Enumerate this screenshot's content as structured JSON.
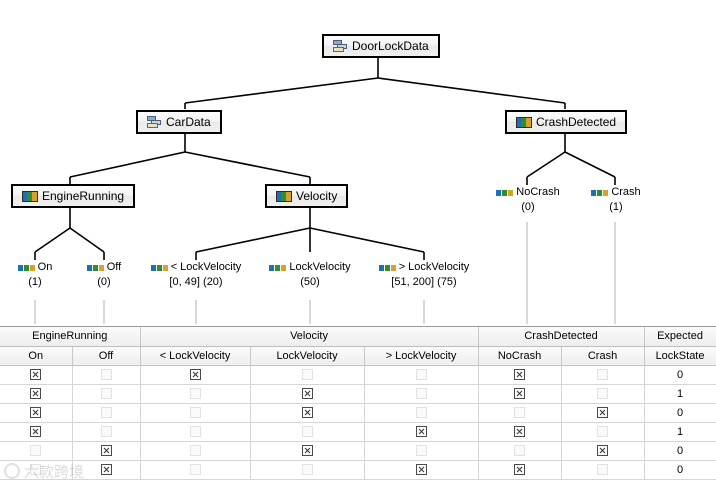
{
  "tree": {
    "root": {
      "label": "DoorLockData",
      "icon": "class-diagram-icon"
    },
    "level2": [
      {
        "label": "CarData",
        "icon": "class-diagram-icon"
      },
      {
        "label": "CrashDetected",
        "icon": "classification-icon"
      }
    ],
    "level3": [
      {
        "label": "EngineRunning",
        "icon": "classification-icon"
      },
      {
        "label": "Velocity",
        "icon": "classification-icon"
      }
    ],
    "leaves": [
      {
        "label": "On",
        "value": "(1)",
        "icon": "class-marker-icon"
      },
      {
        "label": "Off",
        "value": "(0)",
        "icon": "class-marker-icon"
      },
      {
        "label": "< LockVelocity",
        "value": "[0, 49]  (20)",
        "icon": "class-marker-icon"
      },
      {
        "label": "LockVelocity",
        "value": "(50)",
        "icon": "class-marker-icon"
      },
      {
        "label": "> LockVelocity",
        "value": "[51, 200]  (75)",
        "icon": "class-marker-icon"
      },
      {
        "label": "NoCrash",
        "value": "(0)",
        "icon": "class-marker-icon"
      },
      {
        "label": "Crash",
        "value": "(1)",
        "icon": "class-marker-icon"
      }
    ]
  },
  "grid": {
    "group_headers": [
      {
        "label": "EngineRunning",
        "span": 2
      },
      {
        "label": "Velocity",
        "span": 3
      },
      {
        "label": "CrashDetected",
        "span": 2
      },
      {
        "label": "Expected",
        "span": 1
      }
    ],
    "column_headers": [
      "On",
      "Off",
      "< LockVelocity",
      "LockVelocity",
      "> LockVelocity",
      "NoCrash",
      "Crash",
      "LockState"
    ],
    "rows": [
      {
        "marks": [
          1,
          0,
          1,
          0,
          0,
          1,
          0
        ],
        "expected": "0"
      },
      {
        "marks": [
          1,
          0,
          0,
          1,
          0,
          1,
          0
        ],
        "expected": "1"
      },
      {
        "marks": [
          1,
          0,
          0,
          1,
          0,
          0,
          1
        ],
        "expected": "0"
      },
      {
        "marks": [
          1,
          0,
          0,
          0,
          1,
          1,
          0
        ],
        "expected": "1"
      },
      {
        "marks": [
          0,
          1,
          0,
          1,
          0,
          0,
          1
        ],
        "expected": "0"
      },
      {
        "marks": [
          0,
          1,
          0,
          0,
          1,
          1,
          0
        ],
        "expected": "0"
      }
    ]
  },
  "watermark": {
    "text": "六款跨境"
  }
}
